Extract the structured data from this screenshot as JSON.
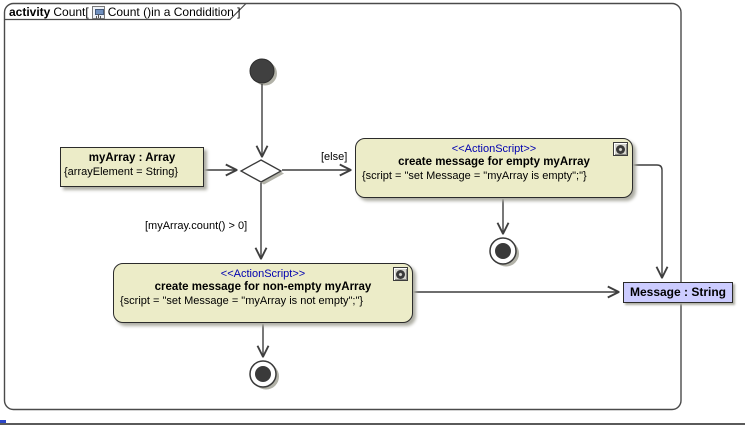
{
  "frame": {
    "keyword": "activity",
    "title_pre": "Count[",
    "title_post": "Count ()in a Condidition ]",
    "diagram_icon": "activity-diagram-icon"
  },
  "objects": {
    "myarray": {
      "name": "myArray : Array",
      "constraint": "{arrayElement = String}"
    },
    "message": {
      "name": "Message : String"
    }
  },
  "actions": {
    "empty": {
      "stereotype": "<<ActionScript>>",
      "name": "create message for empty myArray",
      "script": "{script = \"set Message = \"myArray is empty\";\"}",
      "icon": "gear-icon"
    },
    "nonempty": {
      "stereotype": "<<ActionScript>>",
      "name": "create message for non-empty myArray",
      "script": "{script = \"set Message = \"myArray is not empty\";\"}",
      "icon": "gear-icon"
    }
  },
  "guards": {
    "else": "[else]",
    "count": "[myArray.count() > 0]"
  },
  "colors": {
    "action_fill": "#ECECC8",
    "object_fill": "#ECECC8",
    "message_fill": "#CCCCFF",
    "stereotype_text": "#0000B0",
    "line": "#3F3F3F",
    "shadow": "#AEAEA4"
  }
}
